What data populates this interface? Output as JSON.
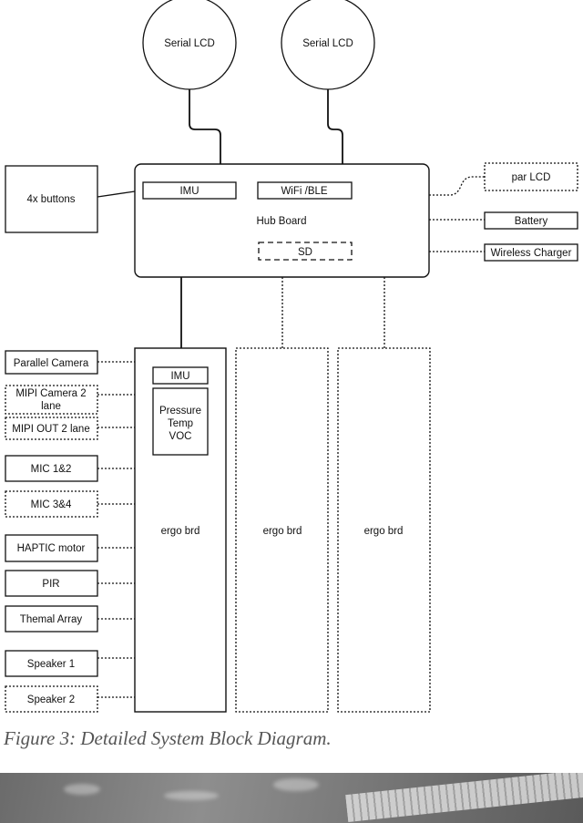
{
  "diagram": {
    "serial_lcd_1": "Serial LCD",
    "serial_lcd_2": "Serial LCD",
    "buttons": "4x buttons",
    "hub": {
      "label": "Hub Board",
      "imu": "IMU",
      "wifi": "WiFi /BLE",
      "sd": "SD"
    },
    "right_peripherals": {
      "par_lcd": "par LCD",
      "battery": "Battery",
      "wireless_charger": "Wireless Charger"
    },
    "ergo_main": {
      "label": "ergo brd",
      "imu": "IMU",
      "sensor_lines": [
        "Pressure",
        "Temp",
        "VOC"
      ]
    },
    "ergo_2": "ergo brd",
    "ergo_3": "ergo brd",
    "left_peripherals": {
      "parallel_camera": "Parallel Camera",
      "mipi_camera_lines": [
        "MIPI Camera 2",
        "lane"
      ],
      "mipi_out": "MIPI OUT 2 lane",
      "mic12": "MIC 1&2",
      "mic34": "MIC 3&4",
      "haptic": "HAPTIC motor",
      "pir": "PIR",
      "thermal": "Themal Array",
      "speaker1": "Speaker 1",
      "speaker2": "Speaker 2"
    }
  },
  "caption": "Figure 3: Detailed System Block Diagram."
}
